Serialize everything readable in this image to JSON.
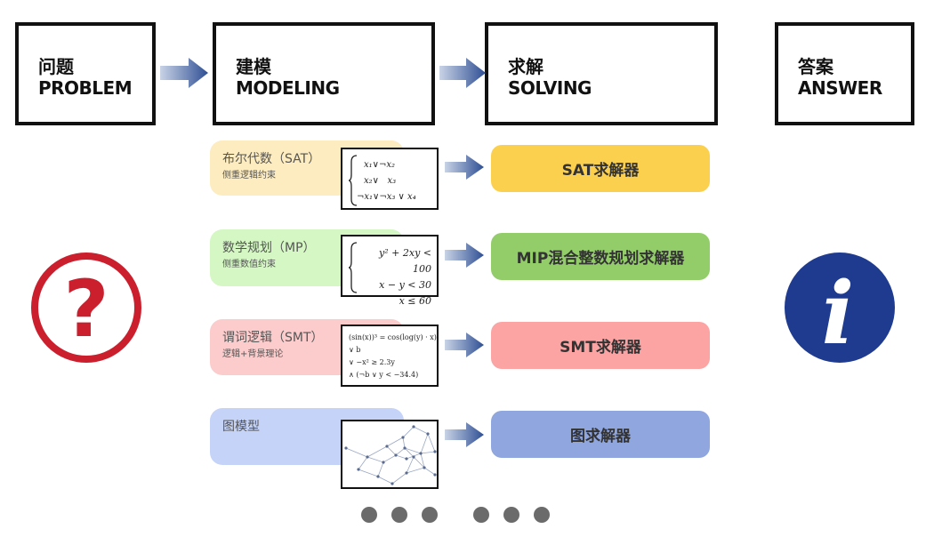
{
  "stages": [
    {
      "zh": "问题",
      "en": "PROBLEM"
    },
    {
      "zh": "建模",
      "en": "MODELING"
    },
    {
      "zh": "求解",
      "en": "SOLVING"
    },
    {
      "zh": "答案",
      "en": "ANSWER"
    }
  ],
  "models": [
    {
      "name": "布尔代数（SAT）",
      "sub": "侧重逻辑约束",
      "color": "#fdecc0"
    },
    {
      "name": "数学规划（MP）",
      "sub": "侧重数值约束",
      "color": "#d4f7c4"
    },
    {
      "name": "谓词逻辑（SMT）",
      "sub": "逻辑+背景理论",
      "color": "#fccccc"
    },
    {
      "name": "图模型",
      "sub": "",
      "color": "#c5d3f8"
    }
  ],
  "solvers": [
    {
      "label": "SAT求解器",
      "color": "#fcd04f"
    },
    {
      "label": "MIP混合整数规划求解器",
      "color": "#93cd6a"
    },
    {
      "label": "SMT求解器",
      "color": "#fca4a4"
    },
    {
      "label": "图求解器",
      "color": "#8fa6df"
    }
  ],
  "formulas": {
    "sat": [
      "x₁∨¬x₂",
      "x₂∨   x₃",
      "¬x₁∨¬x₃ ∨ x₄"
    ],
    "mp": [
      "y² + 2xy < 100",
      "x − y < 30",
      "x ≤ 60"
    ],
    "smt": [
      "(sin(x))³ = cos(log(y) · x)",
      "∨ b",
      "∨ −x² ≥ 2.3y",
      "∧ (¬b ∨ y < −34.4)"
    ]
  },
  "icons": {
    "question": "?",
    "info": "i",
    "question_color": "#cc1f2d",
    "info_color": "#1f3b8f"
  },
  "colors": {
    "arrow": "#3a5a9c"
  }
}
